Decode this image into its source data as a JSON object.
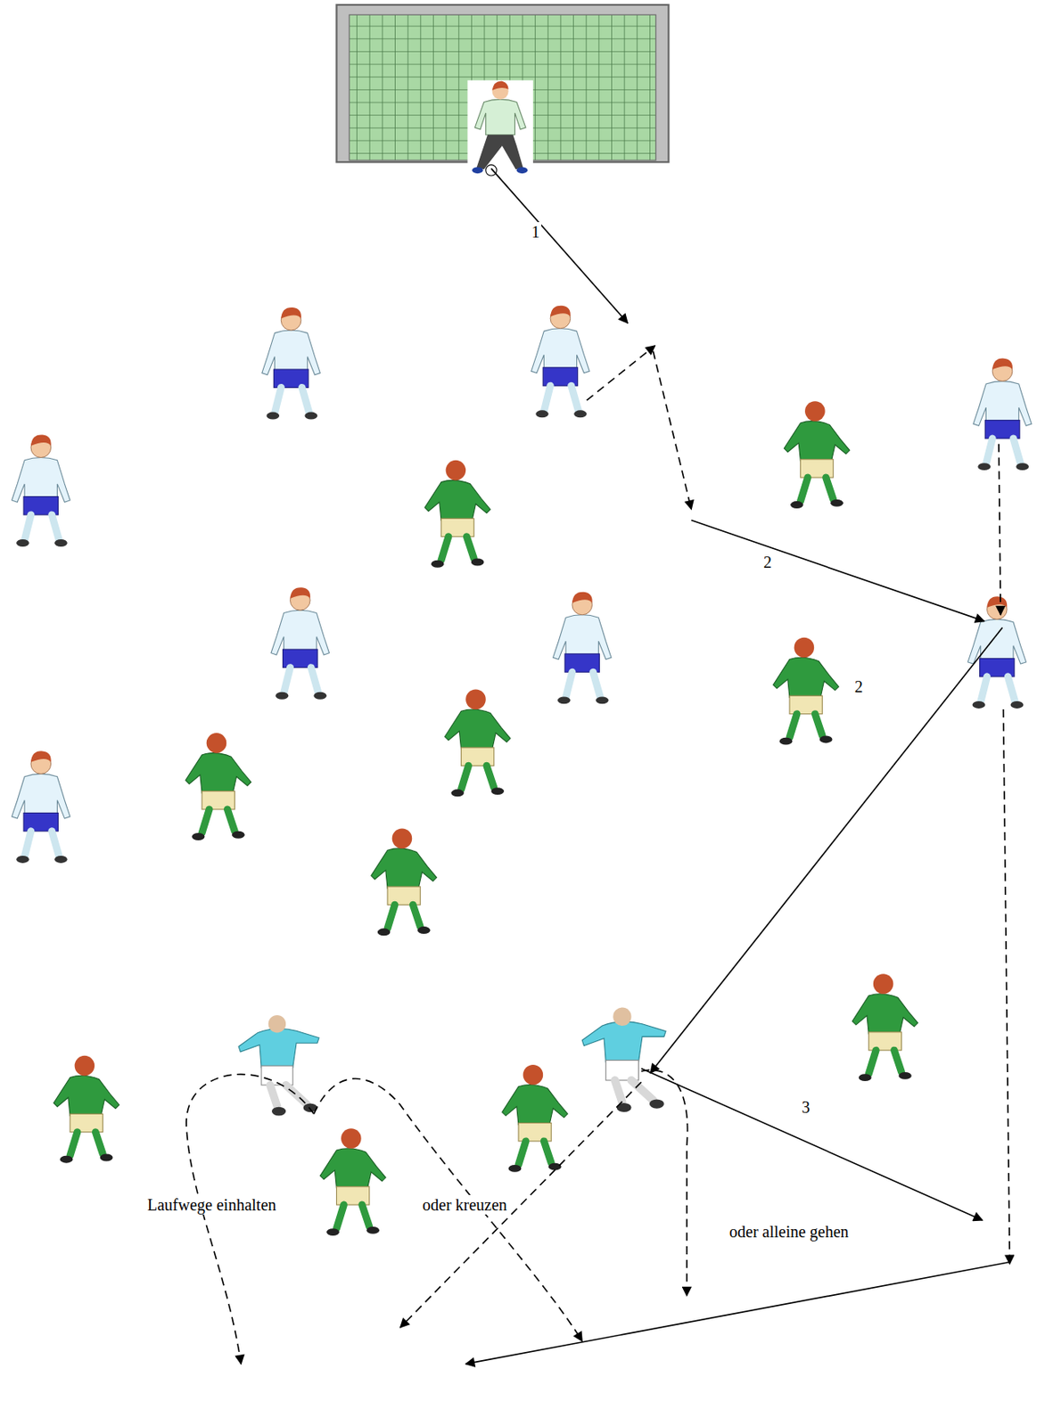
{
  "diagram": {
    "labels": [
      "1",
      "2",
      "2",
      "3",
      "Laufwege einhalten",
      "oder kreuzen",
      "oder alleine gehen"
    ]
  }
}
